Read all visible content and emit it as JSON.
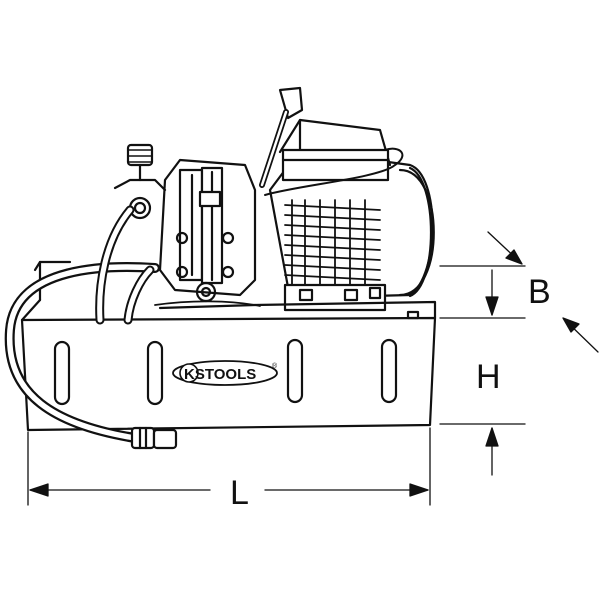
{
  "diagram": {
    "brand": {
      "logo_text": "KSTOOLS",
      "logo_reg": "®"
    },
    "dimensions": {
      "length_label": "L",
      "height_label": "H",
      "width_label": "B"
    }
  }
}
